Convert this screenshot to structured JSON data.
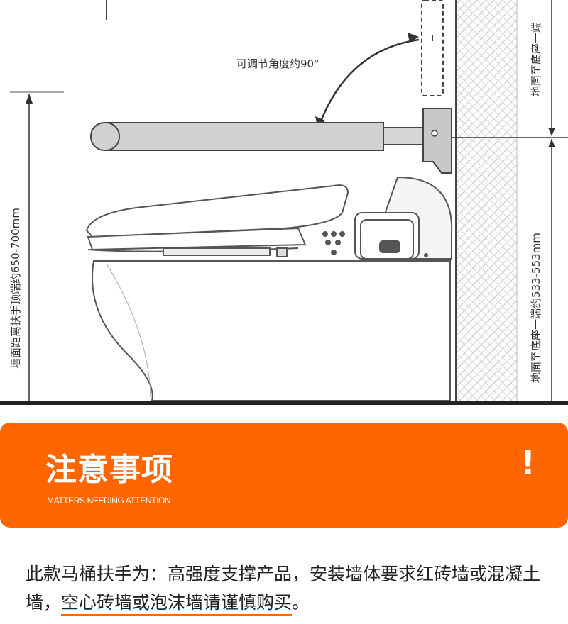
{
  "illustration": {
    "angle_note": "可调节角度约90°",
    "left_dimension": "墙面距离扶手顶端约650-700mm",
    "right_dimension_top": "地面至底座一端",
    "right_dimension_bottom": "地面至底座一端约533-553mm"
  },
  "notice": {
    "title": "注意事项",
    "subtitle": "MATTERS NEEDING ATTENTION",
    "icon_glyph": "!",
    "accent_color": "#ff6600"
  },
  "description": {
    "main": "此款马桶扶手为：高强度支撑产品，安装墙体要求红砖墙或混凝土墙，",
    "warning": "空心砖墙或泡沫墙请谨慎购买",
    "end": "。"
  }
}
